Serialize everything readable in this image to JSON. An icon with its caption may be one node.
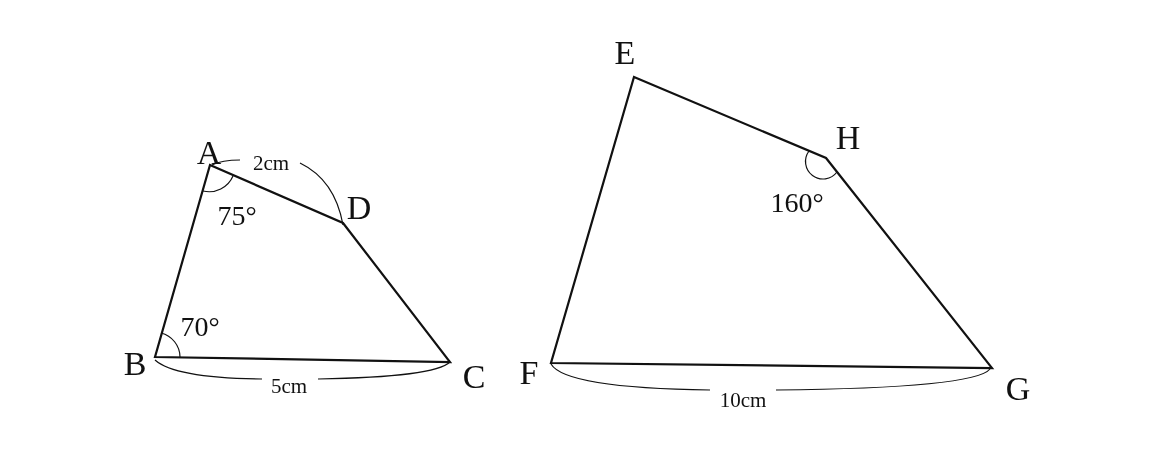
{
  "diagram": {
    "labels": [
      "A",
      "2cm",
      "D",
      "75°",
      "70°",
      "B",
      "5cm",
      "C",
      "E",
      "H",
      "160°",
      "F",
      "10cm",
      "G"
    ]
  }
}
